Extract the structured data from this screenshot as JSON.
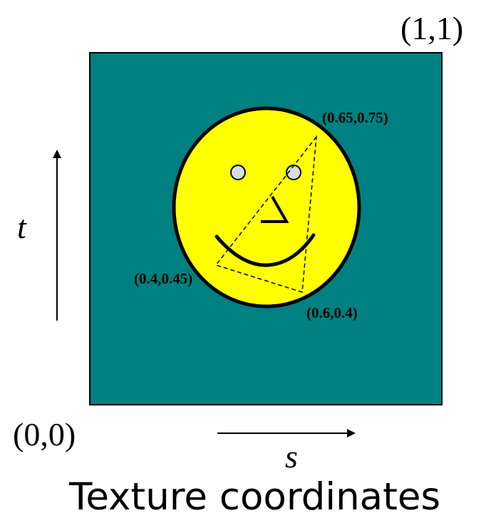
{
  "colors": {
    "square_fill": "#008080",
    "face_fill": "#ffff00",
    "outline": "#000000",
    "eye_fill": "#d9dde3"
  },
  "corner_labels": {
    "top_right": "(1,1)",
    "bottom_left": "(0,0)"
  },
  "axes": {
    "t_label": "t",
    "s_label": "s"
  },
  "points": {
    "p1": "(0.65,0.75)",
    "p2": "(0.4,0.45)",
    "p3": "(0.6,0.4)"
  },
  "caption": "Texture coordinates"
}
